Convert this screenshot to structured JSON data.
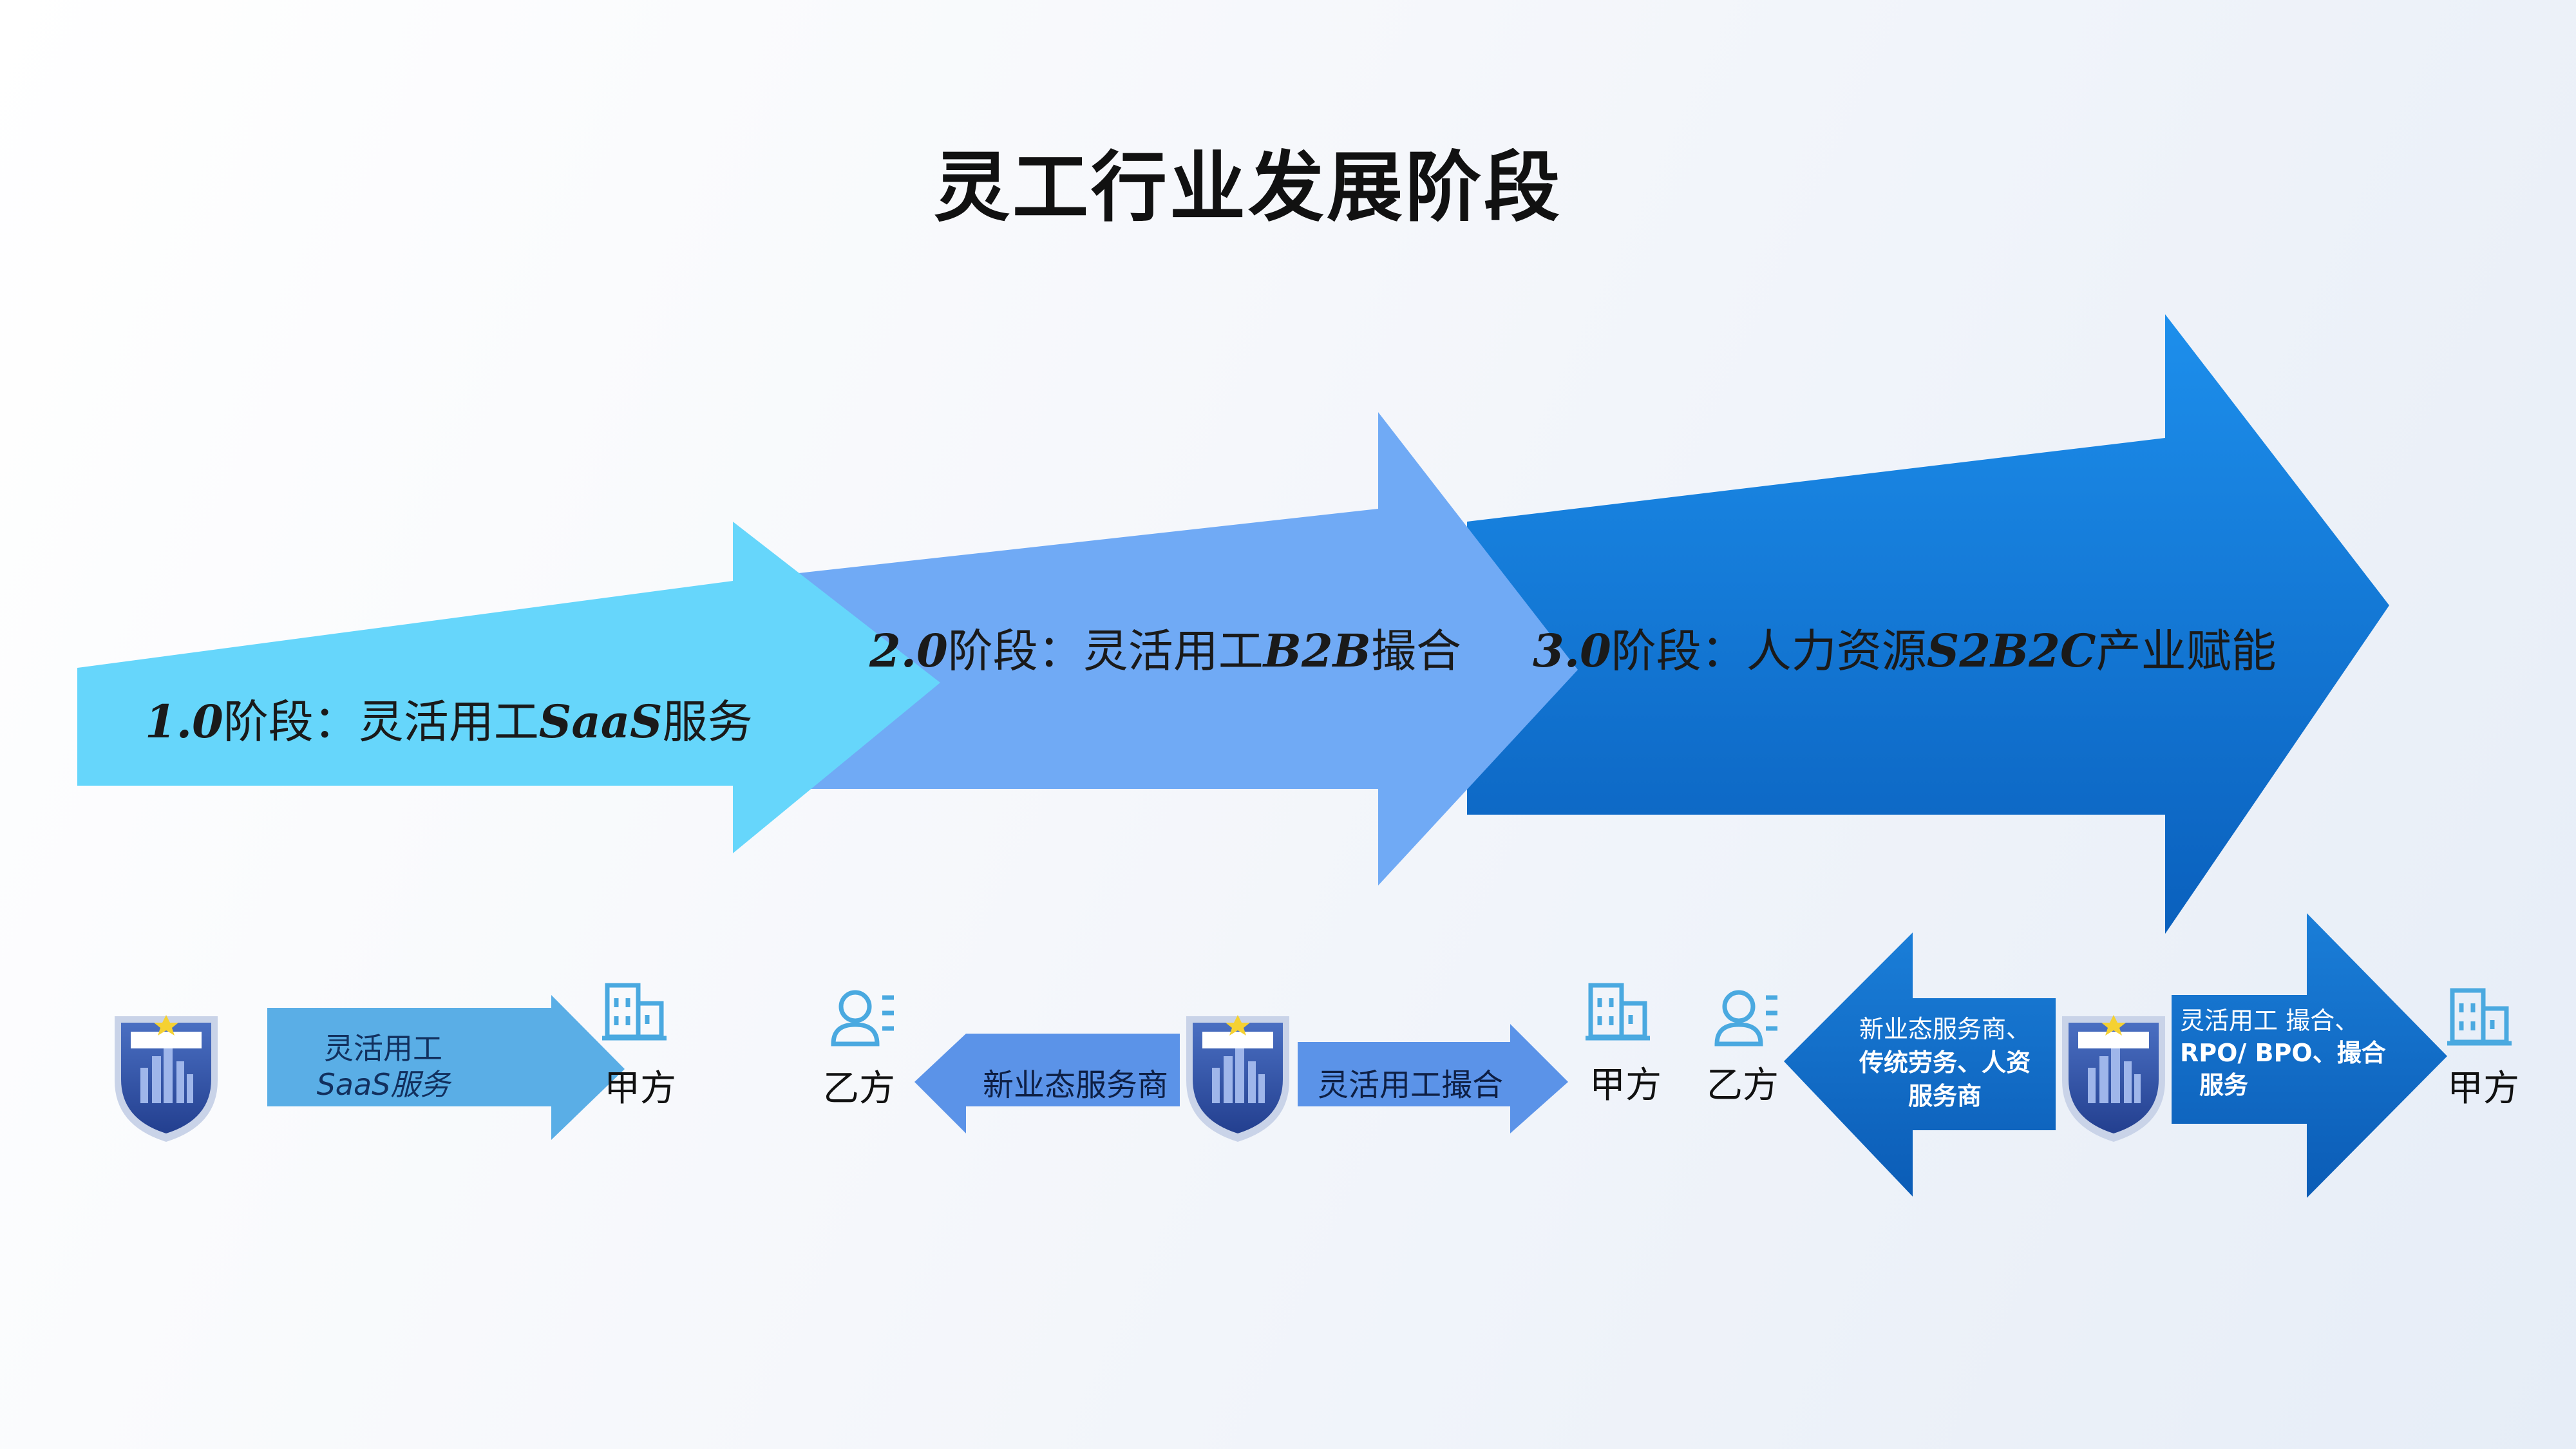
{
  "title": "灵工行业发展阶段",
  "stages": [
    {
      "num": "1.0",
      "label": "阶段：灵活用工",
      "bold": "SaaS",
      "rest": "服务"
    },
    {
      "num": "2.0",
      "label": "阶段：灵活用工",
      "bold": "B2B",
      "rest": "撮合"
    },
    {
      "num": "3.0",
      "label": "阶段：人力资源",
      "bold": "S2B2C",
      "rest": "产业赋能"
    }
  ],
  "row": {
    "s1_arrow_line1": "灵活用工",
    "s1_arrow_line2": "SaaS服务",
    "s1_party": "甲方",
    "s2_left_party": "乙方",
    "s2_left_arrow": "新业态服务商",
    "s2_right_arrow": "灵活用工撮合",
    "s2_right_party": "甲方",
    "s3_left_party": "乙方",
    "s3_left_arrow_l1": "新业态服务商、",
    "s3_left_arrow_l2": "传统劳务、人资",
    "s3_left_arrow_l3": "服务商",
    "s3_right_arrow_l1": "灵活用工 撮合、",
    "s3_right_arrow_l2": "RPO/ BPO、撮合",
    "s3_right_arrow_l3": "服务",
    "s3_right_party": "甲方"
  },
  "colors": {
    "arrow1": "#66d6fb",
    "arrow2": "#70aaf5",
    "arrow3": "#0a6cd0",
    "small_blue": "#5aaee6",
    "icon": "#4aa9e0"
  },
  "icons": [
    "badge-icon",
    "building-icon",
    "person-list-icon"
  ]
}
